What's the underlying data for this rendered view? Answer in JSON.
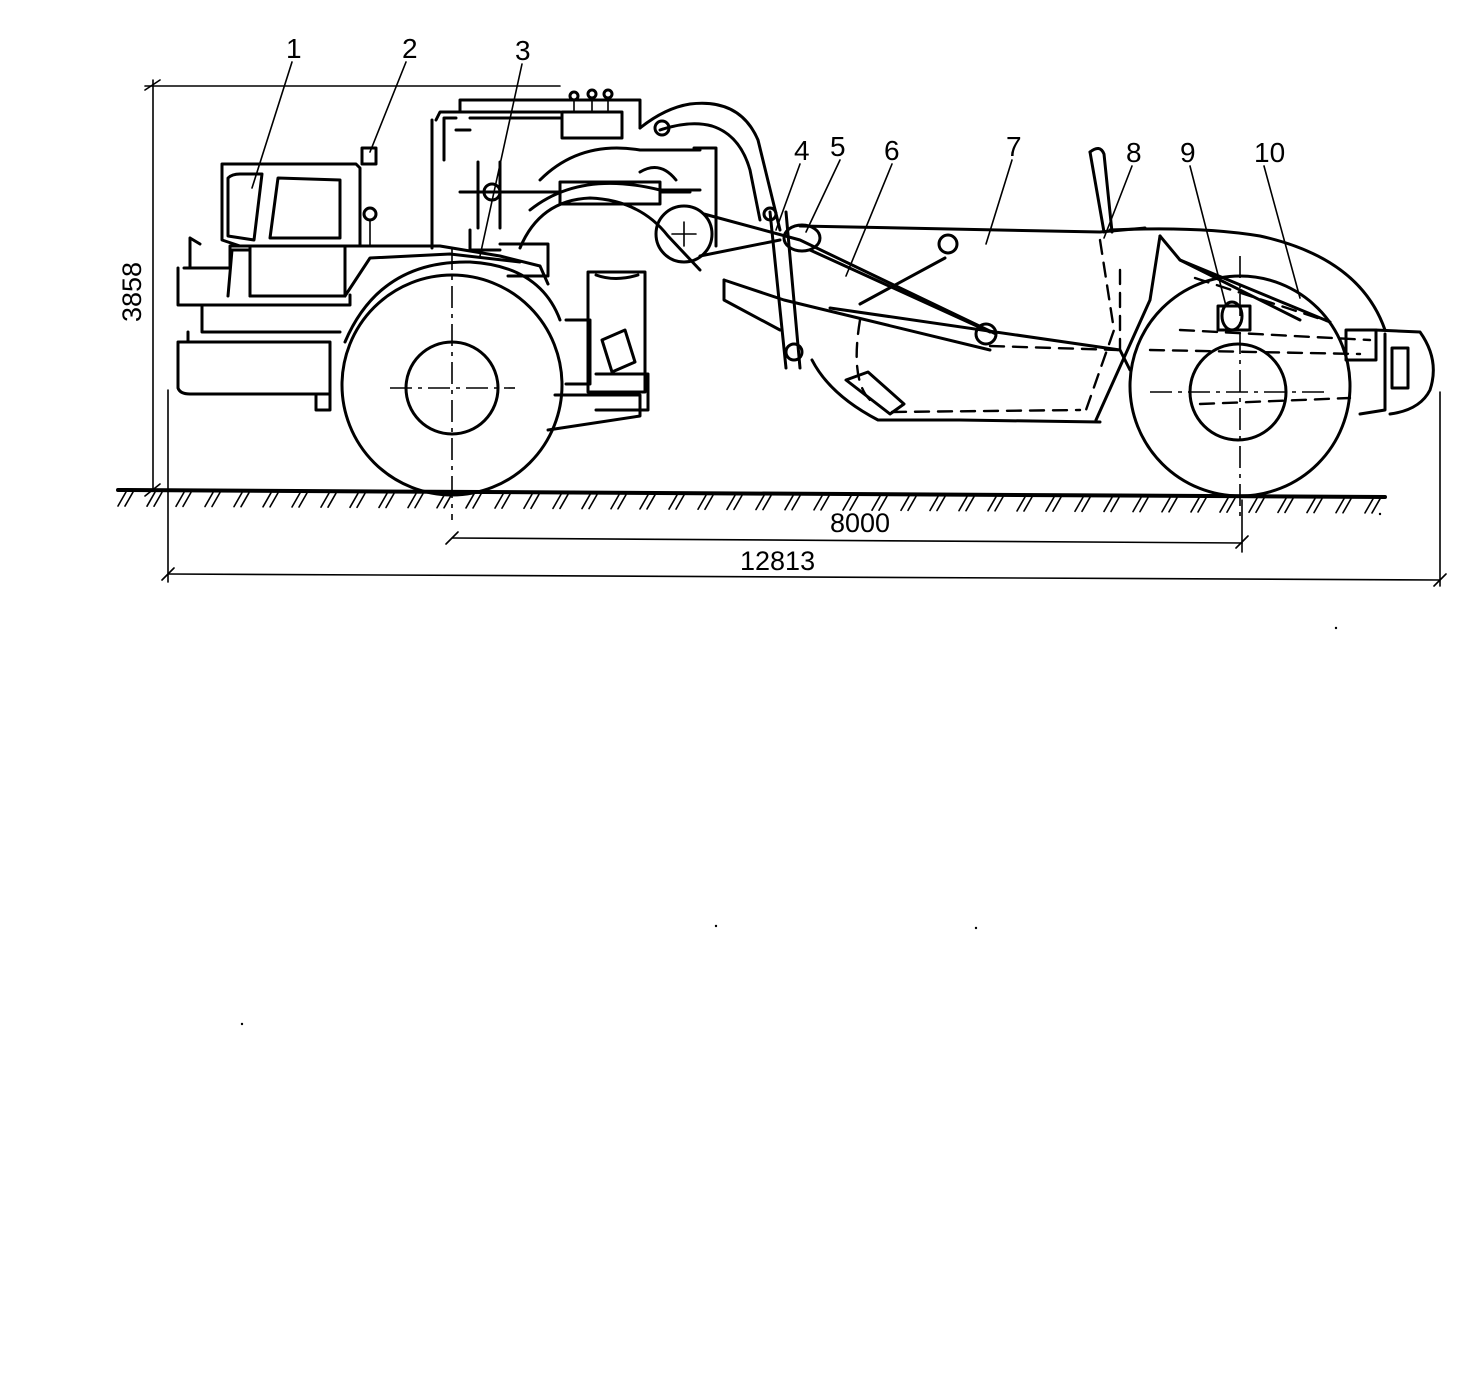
{
  "callouts": [
    {
      "id": "1",
      "label": "1"
    },
    {
      "id": "2",
      "label": "2"
    },
    {
      "id": "3",
      "label": "3"
    },
    {
      "id": "4",
      "label": "4"
    },
    {
      "id": "5",
      "label": "5"
    },
    {
      "id": "6",
      "label": "6"
    },
    {
      "id": "7",
      "label": "7"
    },
    {
      "id": "8",
      "label": "8"
    },
    {
      "id": "9",
      "label": "9"
    },
    {
      "id": "10",
      "label": "10"
    }
  ],
  "dimensions": {
    "height": "3858",
    "wheelbase": "8000",
    "overall_length": "12813"
  },
  "colors": {
    "ink": "#000000",
    "paper": "#ffffff"
  }
}
